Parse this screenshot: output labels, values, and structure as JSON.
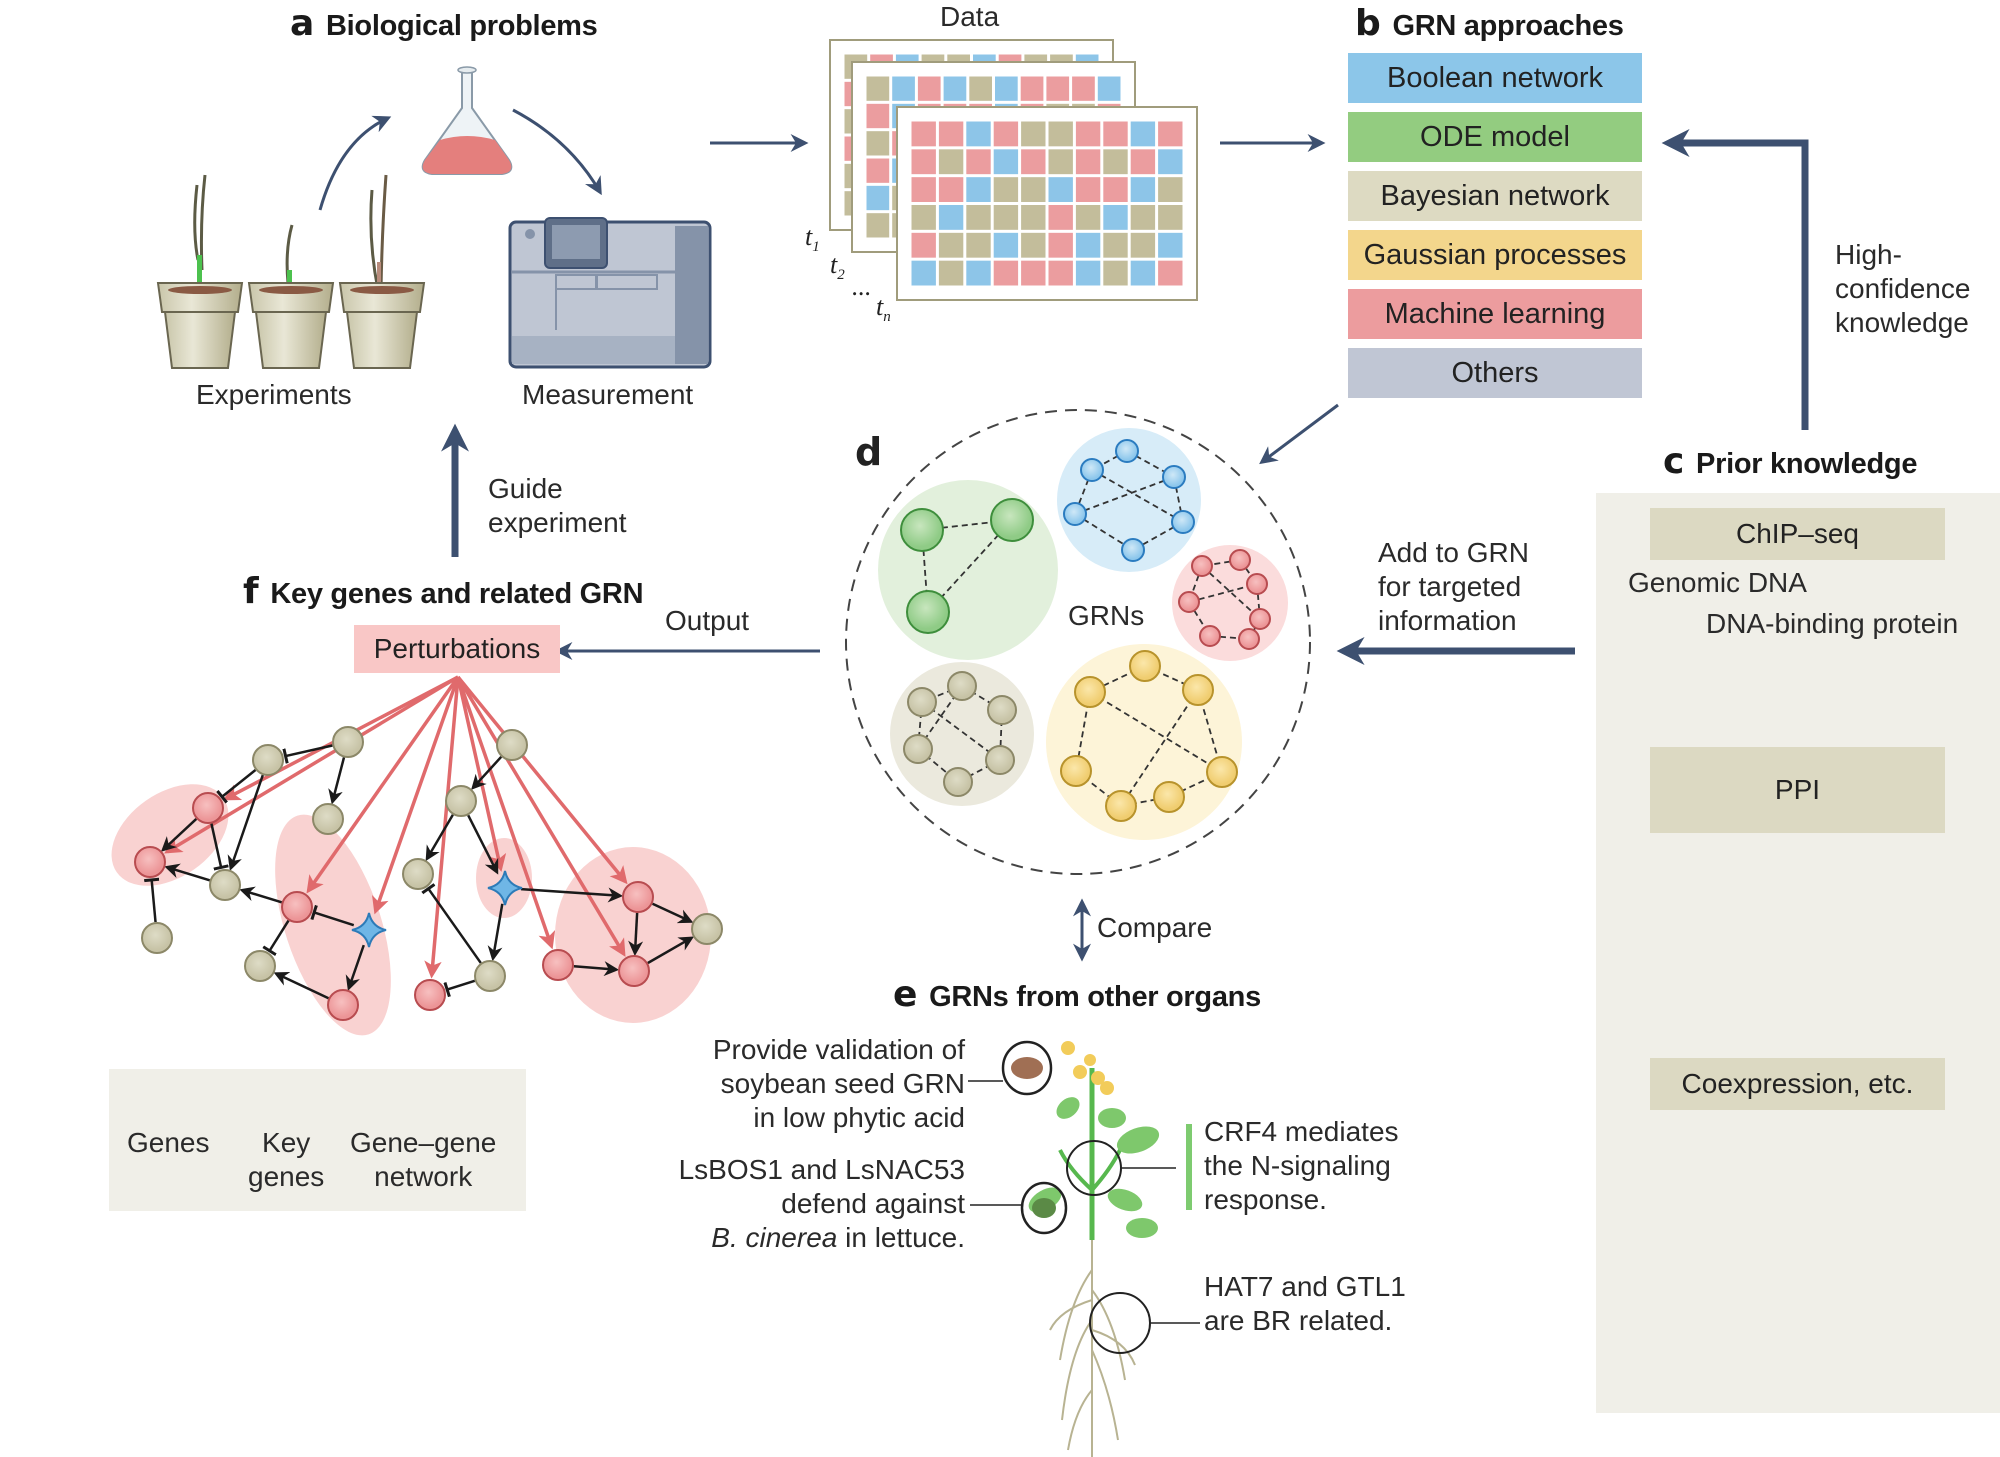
{
  "panels": {
    "a": {
      "letter": "a",
      "title": "Biological problems",
      "experiments": "Experiments",
      "measurement": "Measurement"
    },
    "data": {
      "title": "Data",
      "time_labels": [
        "t1",
        "t2",
        "...",
        "tn"
      ],
      "grid_colors": {
        "tan": "#c3bd9b",
        "pink": "#eb9d9f",
        "blue": "#8dc5e8"
      },
      "front_grid": [
        [
          "tan",
          "pink",
          "blue",
          "tan",
          "tan",
          "blue",
          "pink",
          "tan",
          "tan",
          "blue"
        ],
        [
          "pink",
          "pink",
          "blue",
          "tan",
          "blue",
          "pink",
          "blue",
          "tan",
          "blue",
          "pink"
        ],
        [
          "tan",
          "tan",
          "pink",
          "pink",
          "blue",
          "pink",
          "pink",
          "pink",
          "blue",
          "pink"
        ],
        [
          "pink",
          "tan",
          "pink",
          "tan",
          "pink",
          "blue",
          "pink",
          "tan",
          "pink",
          "blue"
        ],
        [
          "tan",
          "blue",
          "pink",
          "pink",
          "blue",
          "tan",
          "pink",
          "pink",
          "blue",
          "tan"
        ],
        [
          "tan",
          "pink",
          "tan",
          "blue",
          "tan",
          "tan",
          "tan",
          "blue",
          "tan",
          "tan"
        ]
      ]
    },
    "b": {
      "letter": "b",
      "title": "GRN approaches",
      "approaches": [
        {
          "label": "Boolean network",
          "color": "#8cc6e9"
        },
        {
          "label": "ODE model",
          "color": "#93cc80"
        },
        {
          "label": "Bayesian network",
          "color": "#dddac2"
        },
        {
          "label": "Gaussian processes",
          "color": "#f3d68c"
        },
        {
          "label": "Machine learning",
          "color": "#ec9c9e"
        },
        {
          "label": "Others",
          "color": "#c0c6d4"
        }
      ],
      "feedback_label": [
        "High-",
        "confidence",
        "knowledge"
      ]
    },
    "c": {
      "letter": "c",
      "title": "Prior knowledge",
      "items": [
        "ChIP–seq",
        "PPI",
        "Coexpression, etc."
      ],
      "genomic_dna": "Genomic DNA",
      "dna_binding_protein": "DNA-binding protein",
      "add_label": [
        "Add to GRN",
        "for targeted",
        "information"
      ]
    },
    "d": {
      "letter": "d",
      "center_label": "GRNs",
      "compare_label": "Compare"
    },
    "e": {
      "letter": "e",
      "title": "GRNs from other organs",
      "annotations": {
        "seed": [
          "Provide validation of",
          "soybean seed GRN",
          "in low phytic acid"
        ],
        "leaf": [
          "LsBOS1 and LsNAC53",
          "defend against"
        ],
        "leaf_italic": "B. cinerea",
        "leaf_tail": " in lettuce.",
        "stem": [
          "CRF4 mediates",
          "the N-signaling",
          "response."
        ],
        "root": [
          "HAT7 and GTL1",
          "are BR related."
        ]
      }
    },
    "f": {
      "letter": "f",
      "title": "Key genes and related GRN",
      "perturbations": "Perturbations",
      "output_label": "Output",
      "guide_label": [
        "Guide",
        "experiment"
      ],
      "legend": {
        "genes": "Genes",
        "key_genes": [
          "Key",
          "genes"
        ],
        "network": [
          "Gene–gene",
          "network"
        ]
      }
    }
  },
  "colors": {
    "arrow": "#3d5070",
    "perturb_red": "#e06a6c",
    "pink_bg": "#f9c7c6"
  }
}
